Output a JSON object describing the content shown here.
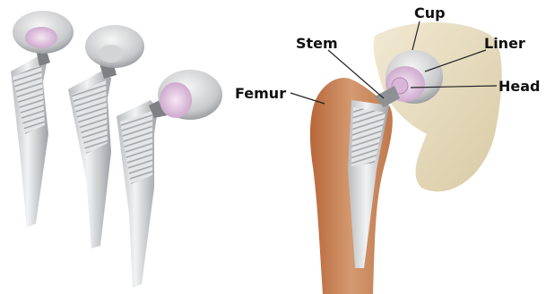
{
  "labels": {
    "cup": "Cup",
    "stem": "Stem",
    "liner": "Liner",
    "femur": "Femur",
    "head": "Head"
  },
  "colors": {
    "metal_light": "#e9eaeb",
    "metal_dark": "#8e9194",
    "liner_pink": "#e7c8e6",
    "bone": "#e8dcc0",
    "bone_red": "#b5683f",
    "leader_line": "#222222"
  },
  "icons": [
    "hip-implant-component",
    "femur-bone",
    "pelvis-bone"
  ]
}
